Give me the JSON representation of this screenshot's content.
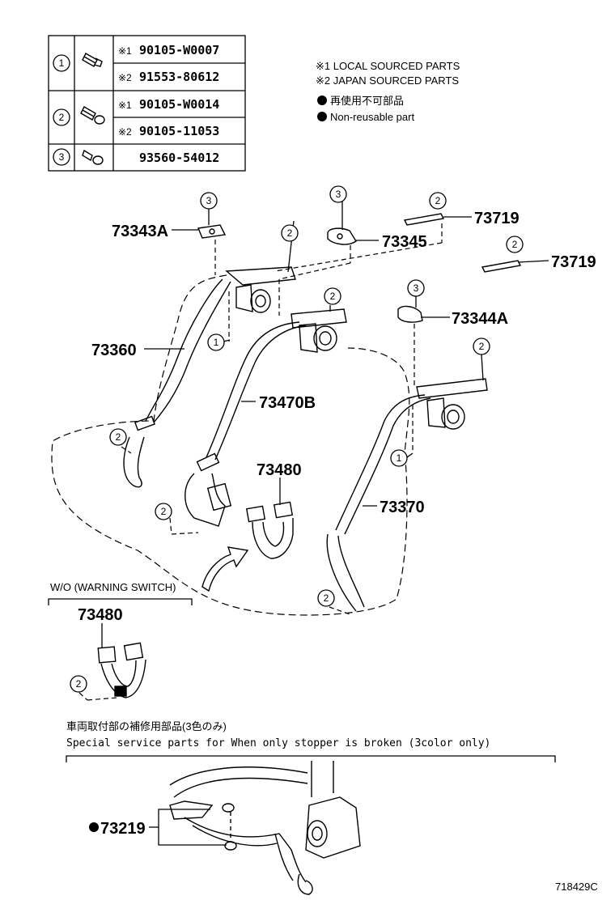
{
  "table": {
    "rows": [
      {
        "key": "1",
        "entries": [
          {
            "mark": "※1",
            "part": "90105-W0007"
          },
          {
            "mark": "※2",
            "part": "91553-80612"
          }
        ]
      },
      {
        "key": "2",
        "entries": [
          {
            "mark": "※1",
            "part": "90105-W0014"
          },
          {
            "mark": "※2",
            "part": "90105-11053"
          }
        ]
      },
      {
        "key": "3",
        "entries": [
          {
            "mark": "",
            "part": "93560-54012"
          }
        ]
      }
    ]
  },
  "legend": {
    "local": "※1 LOCAL SOURCED PARTS",
    "japan": "※2 JAPAN SOURCED PARTS",
    "nonreusable_jp": "再使用不可部品",
    "nonreusable_en": "Non-reusable part"
  },
  "part_numbers": {
    "p73343A": "73343A",
    "p73345": "73345",
    "p73719a": "73719",
    "p73719b": "73719",
    "p73344A": "73344A",
    "p73360": "73360",
    "p73470B": "73470B",
    "p73480": "73480",
    "p73370": "73370",
    "p73480b": "73480",
    "p73219": "73219"
  },
  "wo_label": "W/O (WARNING SWITCH)",
  "special": {
    "jp": "車両取付部の補修用部品(3色のみ)",
    "en": "Special service parts for When only stopper is broken (3color only)"
  },
  "callouts": {
    "one": "1",
    "two": "2",
    "three": "3"
  },
  "diagram_code": "718429C"
}
